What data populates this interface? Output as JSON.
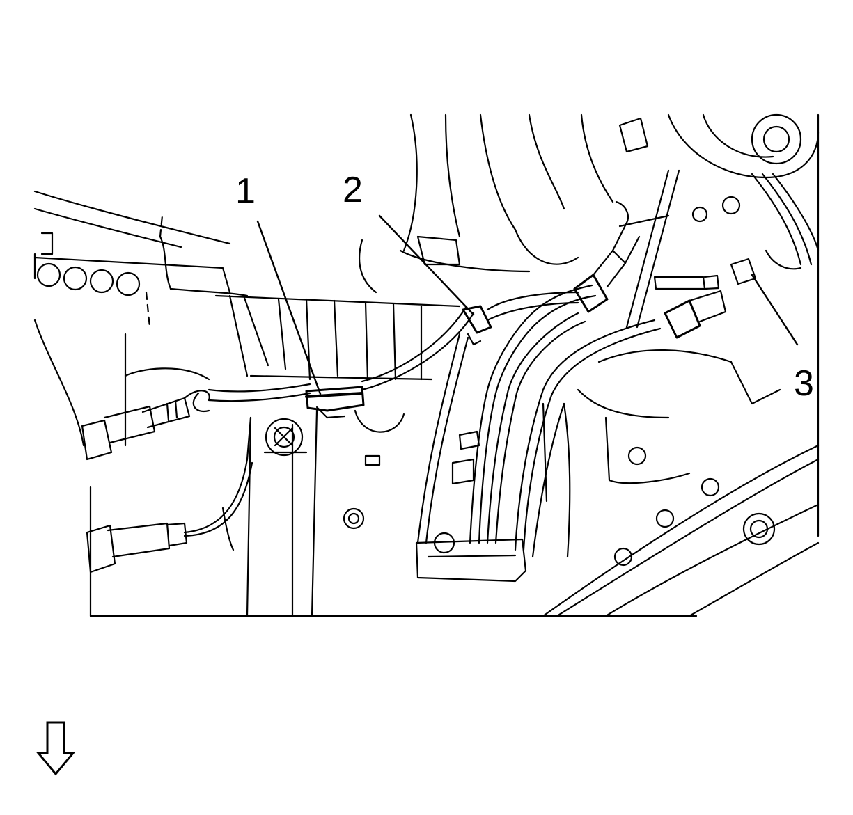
{
  "callouts": [
    {
      "id": "1",
      "label": "1"
    },
    {
      "id": "2",
      "label": "2"
    },
    {
      "id": "3",
      "label": "3"
    }
  ],
  "icons": {
    "view_arrow": "down-arrow-icon"
  },
  "colors": {
    "ink": "#000000",
    "paper": "#ffffff"
  }
}
